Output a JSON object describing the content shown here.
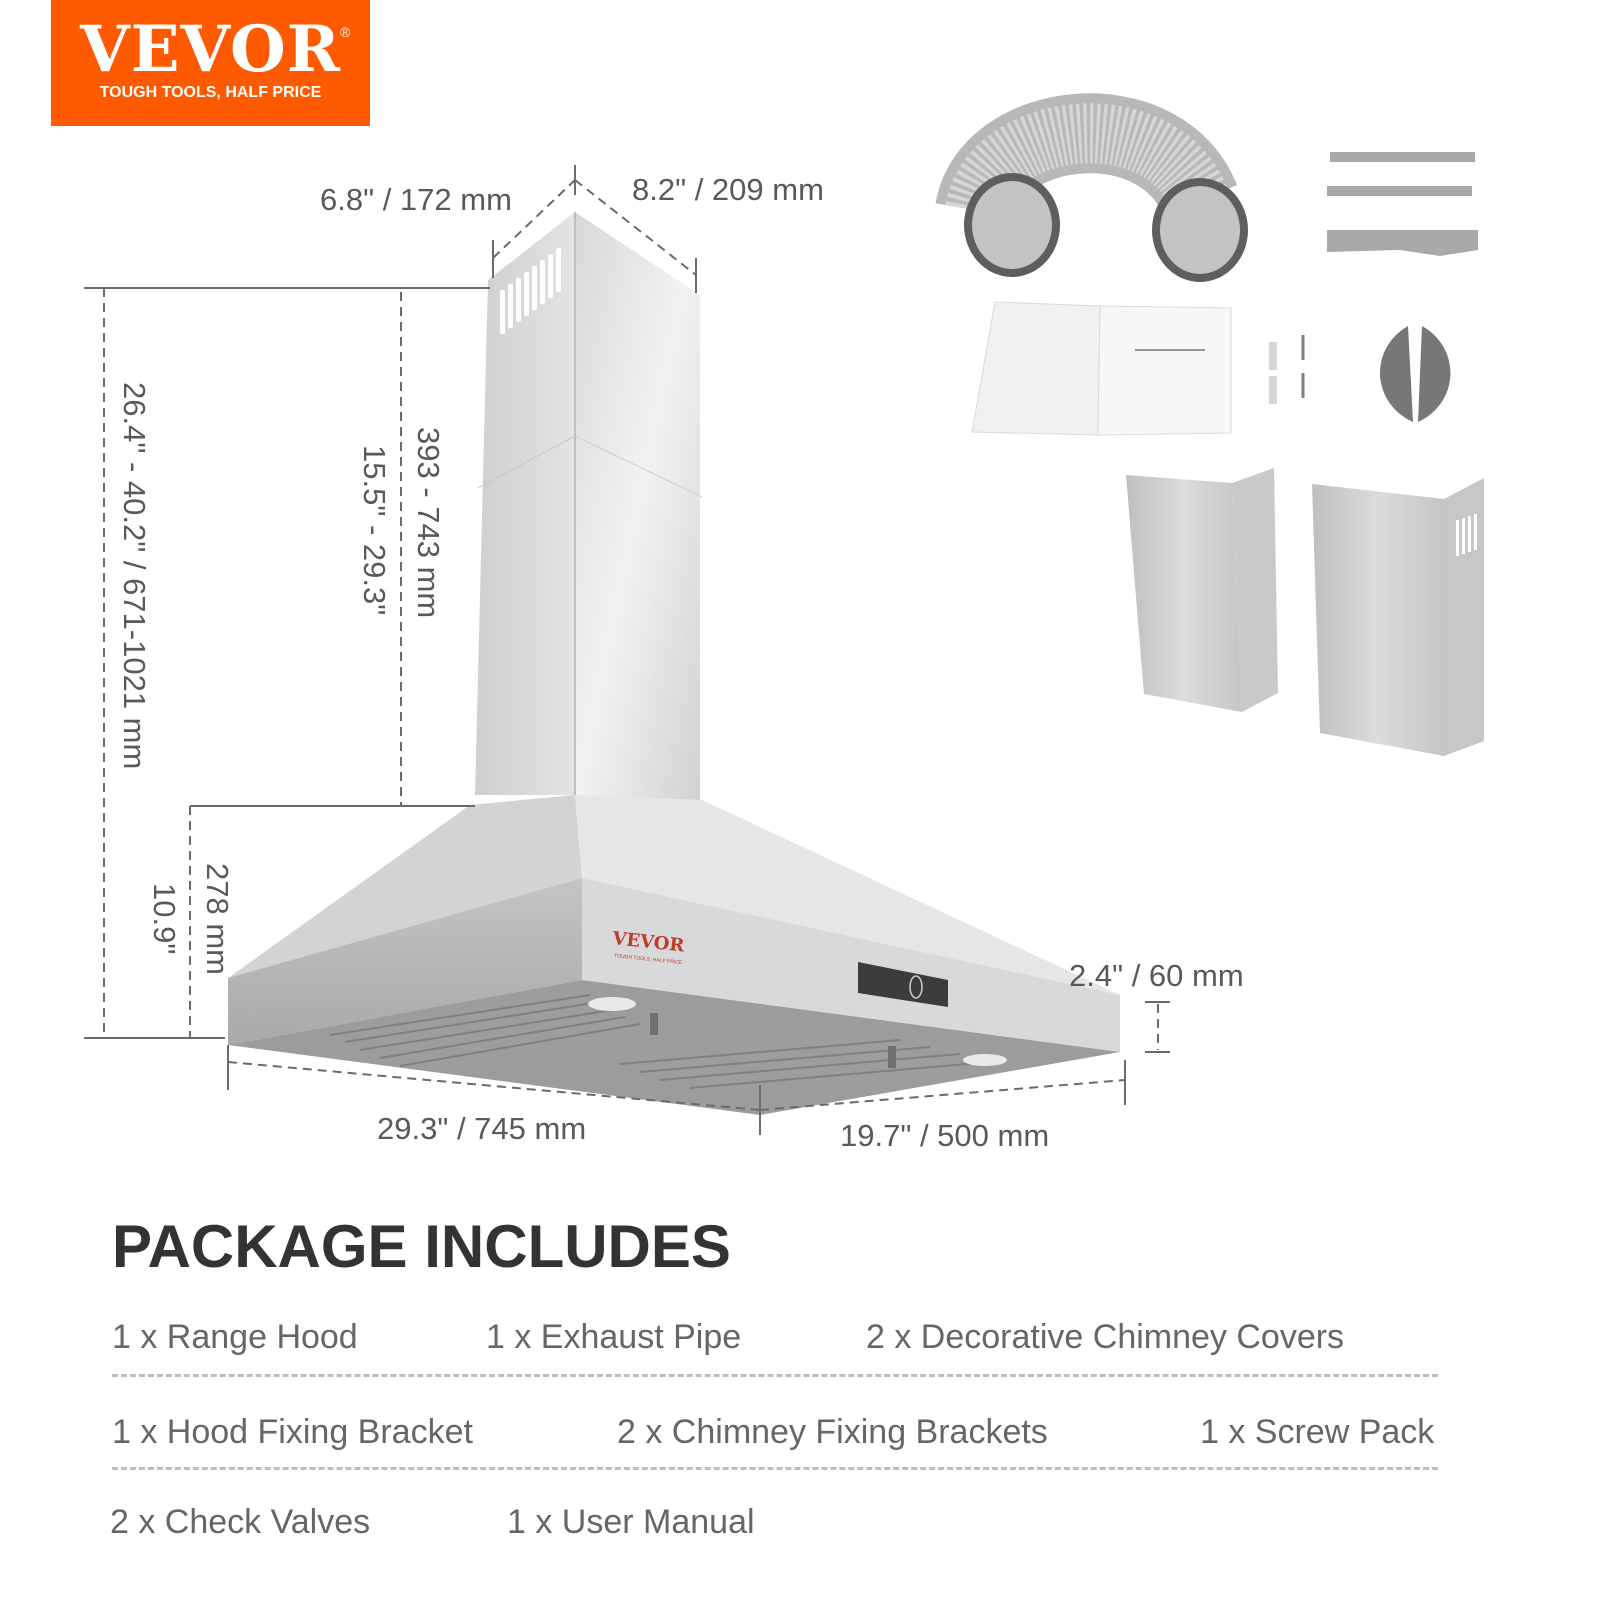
{
  "brand": {
    "name": "VEVOR",
    "registered": "®",
    "tagline": "TOUGH TOOLS, HALF PRICE",
    "color": "#ff5a00"
  },
  "product_label": {
    "name": "VEVOR",
    "tagline": "TOUGH TOOLS, HALF PRICE",
    "color": "#c0392b"
  },
  "dimensions": {
    "chimney_depth": "6.8\" / 172 mm",
    "chimney_width": "8.2\" / 209 mm",
    "total_height": "26.4\" - 40.2\" / 671-1021 mm",
    "chimney_height_mm": "393 - 743 mm",
    "chimney_height_in": "15.5\" - 29.3\"",
    "hood_height_mm": "278 mm",
    "hood_height_in": "10.9\"",
    "front_height": "2.4\" / 60 mm",
    "width": "29.3\" / 745 mm",
    "depth": "19.7\" / 500 mm"
  },
  "accessories": [
    {
      "name": "exhaust-pipe"
    },
    {
      "name": "chimney-fixing-brackets"
    },
    {
      "name": "hood-fixing-bracket"
    },
    {
      "name": "user-manual"
    },
    {
      "name": "screw-pack"
    },
    {
      "name": "check-valves"
    },
    {
      "name": "decorative-chimney-covers"
    }
  ],
  "package": {
    "heading": "PACKAGE INCLUDES",
    "rows": [
      [
        "1 x Range Hood",
        "1 x Exhaust Pipe",
        "2 x Decorative Chimney Covers"
      ],
      [
        "1 x Hood Fixing Bracket",
        "2 x Chimney Fixing Brackets",
        "1 x Screw Pack"
      ],
      [
        "2 x Check Valves",
        "1 x User Manual"
      ]
    ]
  }
}
